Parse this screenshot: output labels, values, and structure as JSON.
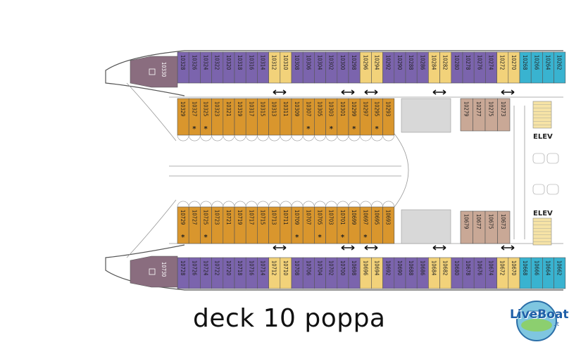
{
  "colors": {
    "purple": "#7b64ad",
    "orange": "#d9962d",
    "yellow": "#f2d27a",
    "cyan": "#39b3d0",
    "tan": "#c9a896",
    "suite_mauve": "#8a6d7f",
    "gray_block": "#d8d8d8"
  },
  "caption": "deck 10 poppa",
  "logo": {
    "text": "LiveBoat",
    "suffix": ".it"
  },
  "elevator_label": "ELEV",
  "elevator_label_lower": "ELEV",
  "suite_top": "10330",
  "suite_bottom": "10730",
  "rows": {
    "top_outer": [
      {
        "n": "10328",
        "c": "purple"
      },
      {
        "n": "10326",
        "c": "purple"
      },
      {
        "n": "10324",
        "c": "purple"
      },
      {
        "n": "10322",
        "c": "purple"
      },
      {
        "n": "10320",
        "c": "purple"
      },
      {
        "n": "10318",
        "c": "purple"
      },
      {
        "n": "10316",
        "c": "purple"
      },
      {
        "n": "10314",
        "c": "purple"
      },
      {
        "n": "10312",
        "c": "yellow"
      },
      {
        "n": "10310",
        "c": "yellow"
      },
      {
        "n": "10308",
        "c": "purple"
      },
      {
        "n": "10306",
        "c": "purple"
      },
      {
        "n": "10304",
        "c": "purple"
      },
      {
        "n": "10302",
        "c": "purple"
      },
      {
        "n": "10300",
        "c": "purple"
      },
      {
        "n": "10298",
        "c": "purple"
      },
      {
        "n": "10296",
        "c": "yellow"
      },
      {
        "n": "10294",
        "c": "yellow"
      },
      {
        "n": "10292",
        "c": "purple"
      },
      {
        "n": "10290",
        "c": "purple"
      },
      {
        "n": "10288",
        "c": "purple"
      },
      {
        "n": "10286",
        "c": "purple"
      },
      {
        "n": "10284",
        "c": "yellow"
      },
      {
        "n": "10282",
        "c": "yellow"
      },
      {
        "n": "10280",
        "c": "purple"
      },
      {
        "n": "10278",
        "c": "purple"
      },
      {
        "n": "10276",
        "c": "purple"
      },
      {
        "n": "10274",
        "c": "purple"
      },
      {
        "n": "10272",
        "c": "yellow"
      },
      {
        "n": "10270",
        "c": "yellow"
      },
      {
        "n": "10268",
        "c": "cyan"
      },
      {
        "n": "10266",
        "c": "cyan"
      },
      {
        "n": "10264",
        "c": "cyan"
      },
      {
        "n": "10262",
        "c": "cyan"
      }
    ],
    "top_inner": [
      {
        "n": "10329",
        "c": "orange",
        "s": ""
      },
      {
        "n": "10327",
        "c": "orange",
        "s": "*"
      },
      {
        "n": "10325",
        "c": "orange",
        "s": "*"
      },
      {
        "n": "10323",
        "c": "orange",
        "s": ""
      },
      {
        "n": "10321",
        "c": "orange",
        "s": ""
      },
      {
        "n": "10319",
        "c": "orange",
        "s": ""
      },
      {
        "n": "10317",
        "c": "orange",
        "s": ""
      },
      {
        "n": "10315",
        "c": "orange",
        "s": ""
      },
      {
        "n": "10313",
        "c": "orange",
        "s": ""
      },
      {
        "n": "10311",
        "c": "orange",
        "s": ""
      },
      {
        "n": "10309",
        "c": "orange",
        "s": ""
      },
      {
        "n": "10307",
        "c": "orange",
        "s": "*"
      },
      {
        "n": "10305",
        "c": "orange",
        "s": ""
      },
      {
        "n": "10303",
        "c": "orange",
        "s": "*"
      },
      {
        "n": "10301",
        "c": "orange",
        "s": ""
      },
      {
        "n": "10299",
        "c": "orange",
        "s": "*"
      },
      {
        "n": "10297",
        "c": "orange",
        "s": ""
      },
      {
        "n": "10295",
        "c": "orange",
        "s": "*"
      },
      {
        "n": "10293",
        "c": "orange",
        "s": ""
      }
    ],
    "top_tan": [
      "10279",
      "10277",
      "10275",
      "10273"
    ],
    "bottom_inner": [
      {
        "n": "10729",
        "c": "orange",
        "s": "*"
      },
      {
        "n": "10727",
        "c": "orange",
        "s": ""
      },
      {
        "n": "10725",
        "c": "orange",
        "s": "*"
      },
      {
        "n": "10723",
        "c": "orange",
        "s": ""
      },
      {
        "n": "10721",
        "c": "orange",
        "s": ""
      },
      {
        "n": "10719",
        "c": "orange",
        "s": ""
      },
      {
        "n": "10717",
        "c": "orange",
        "s": ""
      },
      {
        "n": "10715",
        "c": "orange",
        "s": ""
      },
      {
        "n": "10713",
        "c": "orange",
        "s": ""
      },
      {
        "n": "10711",
        "c": "orange",
        "s": ""
      },
      {
        "n": "10709",
        "c": "orange",
        "s": "*"
      },
      {
        "n": "10707",
        "c": "orange",
        "s": ""
      },
      {
        "n": "10705",
        "c": "orange",
        "s": "*"
      },
      {
        "n": "10703",
        "c": "orange",
        "s": ""
      },
      {
        "n": "10701",
        "c": "orange",
        "s": "*"
      },
      {
        "n": "10699",
        "c": "orange",
        "s": ""
      },
      {
        "n": "10697",
        "c": "orange",
        "s": "*"
      },
      {
        "n": "10695",
        "c": "orange",
        "s": ""
      },
      {
        "n": "10693",
        "c": "orange",
        "s": ""
      }
    ],
    "bottom_tan": [
      "10679",
      "10677",
      "10675",
      "10673"
    ],
    "bottom_outer": [
      {
        "n": "10728",
        "c": "purple"
      },
      {
        "n": "10726",
        "c": "purple"
      },
      {
        "n": "10724",
        "c": "purple"
      },
      {
        "n": "10722",
        "c": "purple"
      },
      {
        "n": "10720",
        "c": "purple"
      },
      {
        "n": "10718",
        "c": "purple"
      },
      {
        "n": "10716",
        "c": "purple"
      },
      {
        "n": "10714",
        "c": "purple"
      },
      {
        "n": "10712",
        "c": "yellow"
      },
      {
        "n": "10710",
        "c": "yellow"
      },
      {
        "n": "10708",
        "c": "purple"
      },
      {
        "n": "10706",
        "c": "purple"
      },
      {
        "n": "10704",
        "c": "purple"
      },
      {
        "n": "10702",
        "c": "purple"
      },
      {
        "n": "10700",
        "c": "purple"
      },
      {
        "n": "10698",
        "c": "purple"
      },
      {
        "n": "10696",
        "c": "yellow"
      },
      {
        "n": "10694",
        "c": "yellow"
      },
      {
        "n": "10692",
        "c": "purple"
      },
      {
        "n": "10690",
        "c": "purple"
      },
      {
        "n": "10688",
        "c": "purple"
      },
      {
        "n": "10686",
        "c": "purple"
      },
      {
        "n": "10684",
        "c": "yellow"
      },
      {
        "n": "10682",
        "c": "yellow"
      },
      {
        "n": "10680",
        "c": "purple"
      },
      {
        "n": "10678",
        "c": "purple"
      },
      {
        "n": "10676",
        "c": "purple"
      },
      {
        "n": "10674",
        "c": "purple"
      },
      {
        "n": "10672",
        "c": "yellow"
      },
      {
        "n": "10670",
        "c": "yellow"
      },
      {
        "n": "10668",
        "c": "cyan"
      },
      {
        "n": "10666",
        "c": "cyan"
      },
      {
        "n": "10664",
        "c": "cyan"
      },
      {
        "n": "10662",
        "c": "cyan"
      }
    ]
  }
}
